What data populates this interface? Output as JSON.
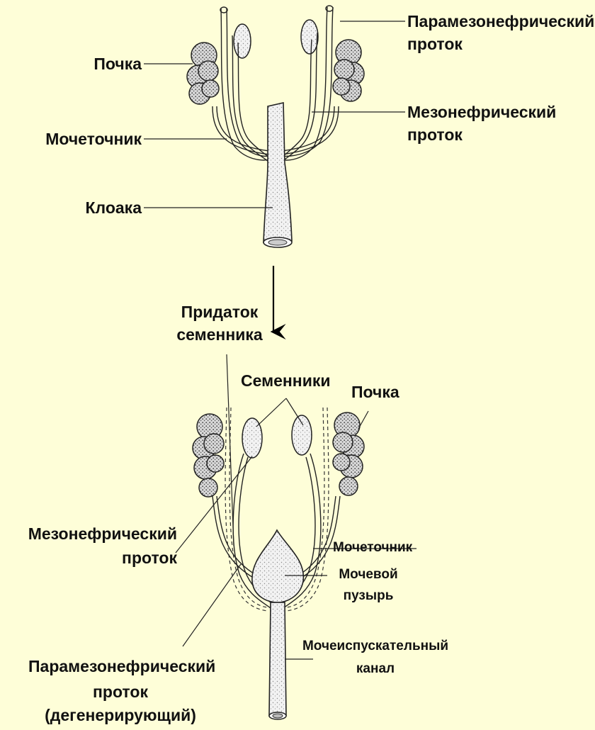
{
  "top_diagram": {
    "labels": {
      "paramesonephric_duct": "Парамезонефрический проток",
      "kidney": "Почка",
      "mesonephric_duct": "Мезонефрический проток",
      "ureter": "Мочеточник",
      "cloaca": "Клоака"
    }
  },
  "bottom_diagram": {
    "labels": {
      "epididymis": "Придаток семенника",
      "testes": "Семенники",
      "kidney": "Почка",
      "mesonephric_duct": "Мезонефрический проток",
      "ureter": "Мочеточник",
      "bladder": "Мочевой пузырь",
      "urethra": "Мочеиспускательный канал",
      "paramesonephric_duct": "Парамезонефрический проток",
      "paramesonephric_status": "(дегенерирующий)"
    }
  }
}
